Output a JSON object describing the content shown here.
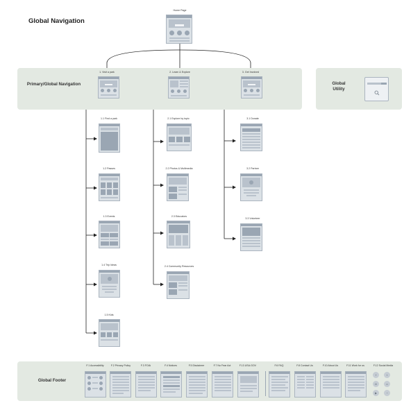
{
  "title": "Global Navigation",
  "home": {
    "label": "Home Page"
  },
  "primary": {
    "band_label": "Primary/Global Navigation",
    "columns": [
      {
        "label": "1. Visit a park",
        "children": [
          "1.1 Find a park",
          "1.2 Passes",
          "1.3 Events",
          "1.4 Trip Ideas",
          "1.5 Kids"
        ]
      },
      {
        "label": "2. Learn & Explore",
        "children": [
          "2.1 Explore by topic",
          "2.2 Photos & Multimedia",
          "2.3 Educators",
          "2.4 Community Resources"
        ]
      },
      {
        "label": "3. Get Involved",
        "children": [
          "3.1 Donate",
          "3.2 Partner",
          "3.3 Volunteer"
        ]
      }
    ]
  },
  "utility": {
    "band_label": "Global Utility",
    "icon": "search-icon"
  },
  "footer": {
    "band_label": "Global Footer",
    "pages": [
      "F.1 Accessibility",
      "F.2 Privacy Policy",
      "F.3 FOIA",
      "F.4 Notices",
      "F.5 Disclaimer",
      "F.7 No Fear Act",
      "F.13 USA.GOV",
      "F.6 FAQ",
      "F.8 Contact Us",
      "F.10 About Us",
      "F.11 Work for us"
    ],
    "social_label": "F.12 Social Media",
    "social_icons": [
      "facebook-icon",
      "twitter-icon",
      "instagram-icon",
      "flickr-icon",
      "youtube-icon",
      "rss-icon"
    ]
  },
  "colors": {
    "band": "#e3e9e2",
    "connector": "#222222",
    "page_fill": "#dbe1e6"
  }
}
